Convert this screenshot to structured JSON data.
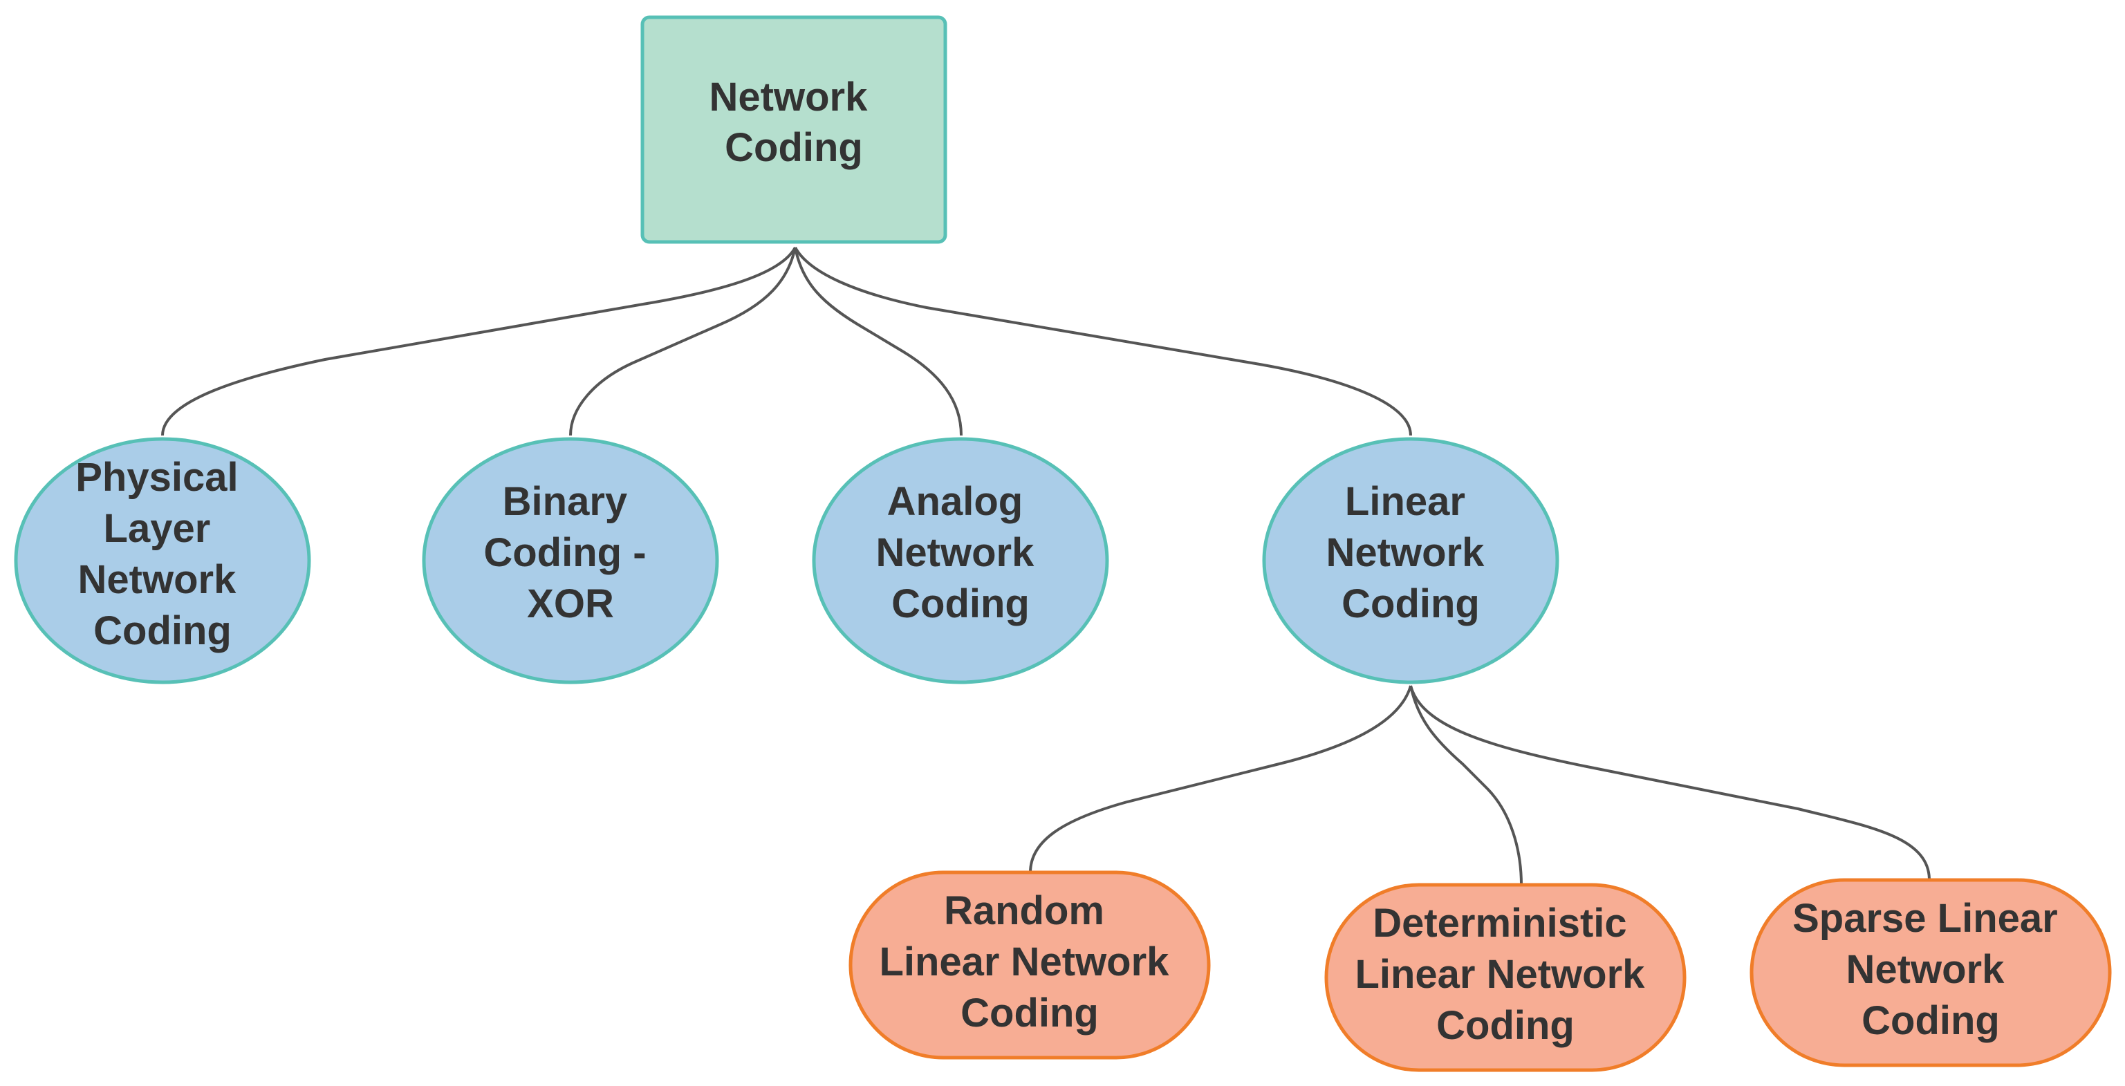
{
  "colors": {
    "root_fill": "#b5dfce",
    "root_stroke": "#57c0b6",
    "category_fill": "#aacde8",
    "category_stroke": "#57c0b6",
    "leaf_fill": "#f7ad94",
    "leaf_stroke": "#f07d29",
    "edge": "#555555",
    "text": "#333333"
  },
  "root": {
    "label_lines": [
      "Network",
      "Coding"
    ]
  },
  "categories": [
    {
      "id": "physical",
      "label_lines": [
        "Physical",
        "Layer",
        "Network",
        "Coding"
      ]
    },
    {
      "id": "binary",
      "label_lines": [
        "Binary",
        "Coding -",
        "XOR"
      ]
    },
    {
      "id": "analog",
      "label_lines": [
        "Analog",
        "Network",
        "Coding"
      ]
    },
    {
      "id": "linear",
      "label_lines": [
        "Linear",
        "Network",
        "Coding"
      ]
    }
  ],
  "linear_children": [
    {
      "id": "random",
      "label_lines": [
        "Random",
        "Linear Network",
        "Coding"
      ]
    },
    {
      "id": "deterministic",
      "label_lines": [
        "Deterministic",
        "Linear Network",
        "Coding"
      ]
    },
    {
      "id": "sparse",
      "label_lines": [
        "Sparse Linear",
        "Network",
        "Coding"
      ]
    }
  ]
}
